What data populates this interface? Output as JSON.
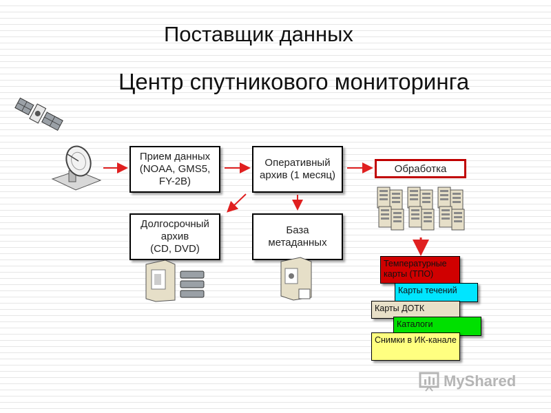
{
  "titles": {
    "provider": "Поставщик данных",
    "center": "Центр спутникового мониторинга"
  },
  "boxes": {
    "reception": "Прием данных\n(NOAA, GMS5,\nFY-2B)",
    "operational_archive": "Оперативный\nархив (1 месяц)",
    "processing": "Обработка",
    "longterm_archive": "Долгосрочный\nархив\n(CD, DVD)",
    "metadata_db": "База\nметаданных"
  },
  "products": [
    {
      "label": "Температурные карты (ТПО)",
      "color": "#d00000"
    },
    {
      "label": "Карты течений",
      "color": "#00e5ff"
    },
    {
      "label": "Карты ДОТК",
      "color": "#e8e0c8"
    },
    {
      "label": "Каталоги",
      "color": "#00e000"
    },
    {
      "label": "Снимки в ИК-канале",
      "color": "#ffff80"
    }
  ],
  "colors": {
    "arrow": "#e02020",
    "processing_border": "#c00000"
  },
  "watermark": {
    "text": "MyShared"
  }
}
